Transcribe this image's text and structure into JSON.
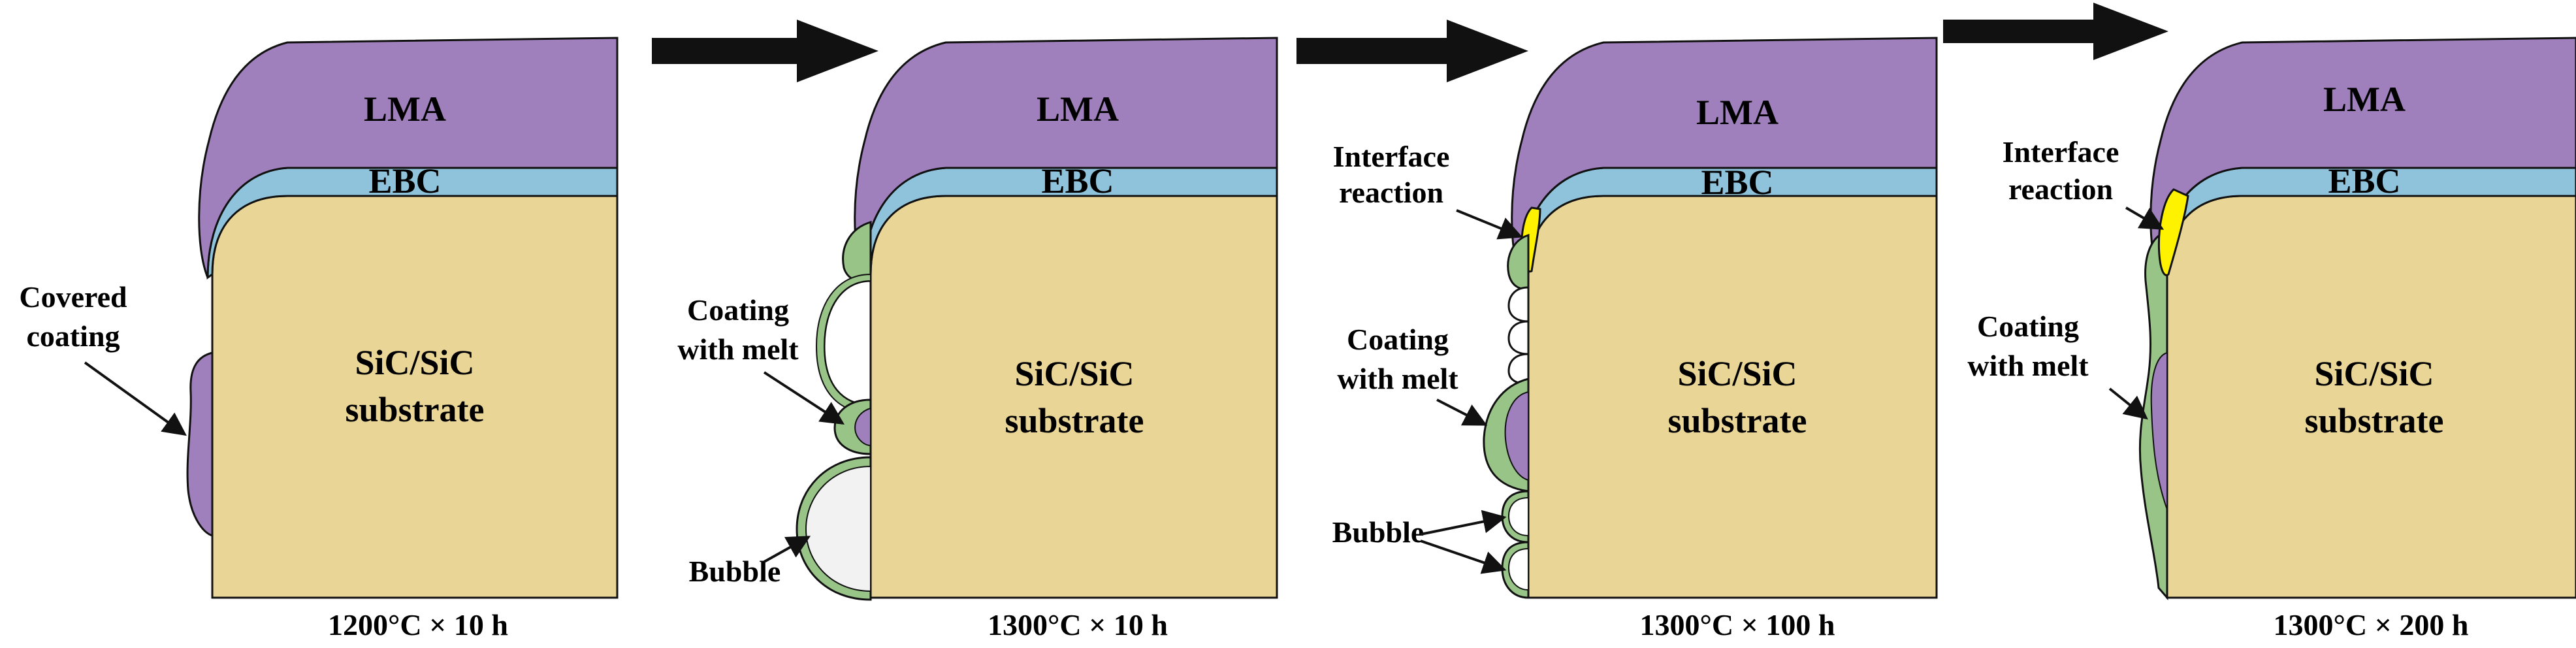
{
  "colors": {
    "lma": "#9F7FBC",
    "ebc": "#8FC3DC",
    "substrate": "#E9D596",
    "melt": "#98C487",
    "reaction": "#FFF200",
    "bubble": "#F2F2F2",
    "outline": "#111111"
  },
  "panels": [
    {
      "lma_label": "LMA",
      "ebc_label": "EBC",
      "substrate_line1": "SiC/SiC",
      "substrate_line2": "substrate",
      "caption": "1200°C × 10 h",
      "callout_covered_1": "Covered",
      "callout_covered_2": "coating"
    },
    {
      "lma_label": "LMA",
      "ebc_label": "EBC",
      "substrate_line1": "SiC/SiC",
      "substrate_line2": "substrate",
      "caption": "1300°C × 10 h",
      "callout_coating_1": "Coating",
      "callout_coating_2": "with melt",
      "callout_bubble": "Bubble"
    },
    {
      "lma_label": "LMA",
      "ebc_label": "EBC",
      "substrate_line1": "SiC/SiC",
      "substrate_line2": "substrate",
      "caption": "1300°C × 100 h",
      "callout_interface_1": "Interface",
      "callout_interface_2": "reaction",
      "callout_coating_1": "Coating",
      "callout_coating_2": "with melt",
      "callout_bubble": "Bubble"
    },
    {
      "lma_label": "LMA",
      "ebc_label": "EBC",
      "substrate_line1": "SiC/SiC",
      "substrate_line2": "substrate",
      "caption": "1300°C × 200 h",
      "callout_interface_1": "Interface",
      "callout_interface_2": "reaction",
      "callout_coating_1": "Coating",
      "callout_coating_2": "with melt"
    }
  ],
  "arrows_count": 3
}
